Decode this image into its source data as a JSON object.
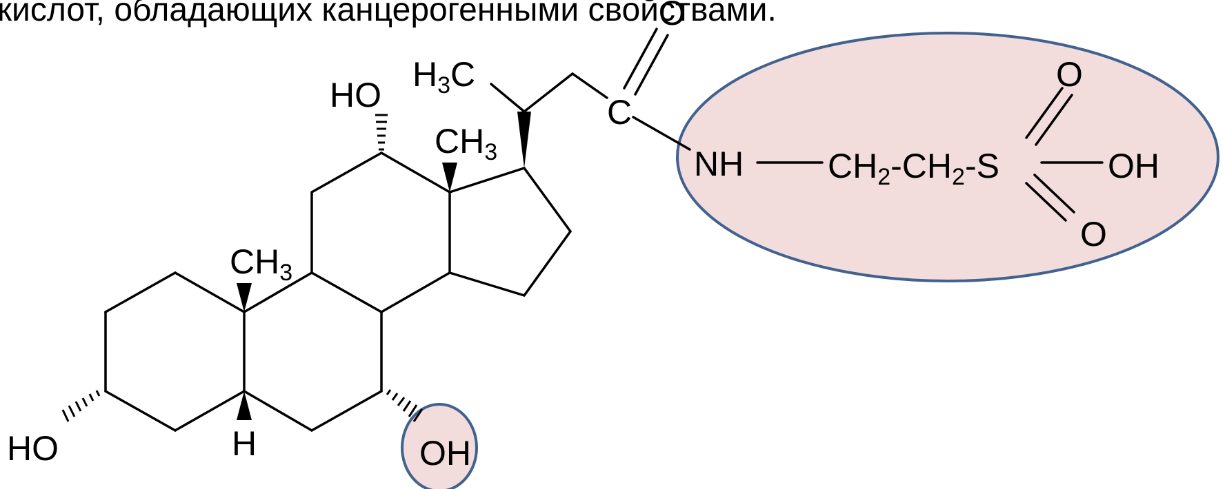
{
  "caption": "кислот, обладающих канцерогенными свойствами.",
  "colors": {
    "highlight_fill": "#f2dcdc",
    "highlight_stroke": "#41618f",
    "ink": "#000000"
  },
  "labels": {
    "ho_12": "HO",
    "h3c_left": "H",
    "h3c_sub": "3",
    "h3c_c": "C",
    "ch3_13_c": "CH",
    "ch3_13_sub": "3",
    "carbonyl_c": "C",
    "carbonyl_o": "O",
    "ch3_10_c": "CH",
    "ch3_10_sub": "3",
    "ho_3": "HO",
    "h_5": "H",
    "oh_7": "OH"
  },
  "taurine": {
    "nh": "NH",
    "ch2_a": "CH",
    "ch2_a_sub": "2",
    "dash_a": "-",
    "ch2_b": "CH",
    "ch2_b_sub": "2",
    "dash_b": "-",
    "s": "S",
    "oh": "OH",
    "o_top": "O",
    "o_bottom": "O"
  }
}
